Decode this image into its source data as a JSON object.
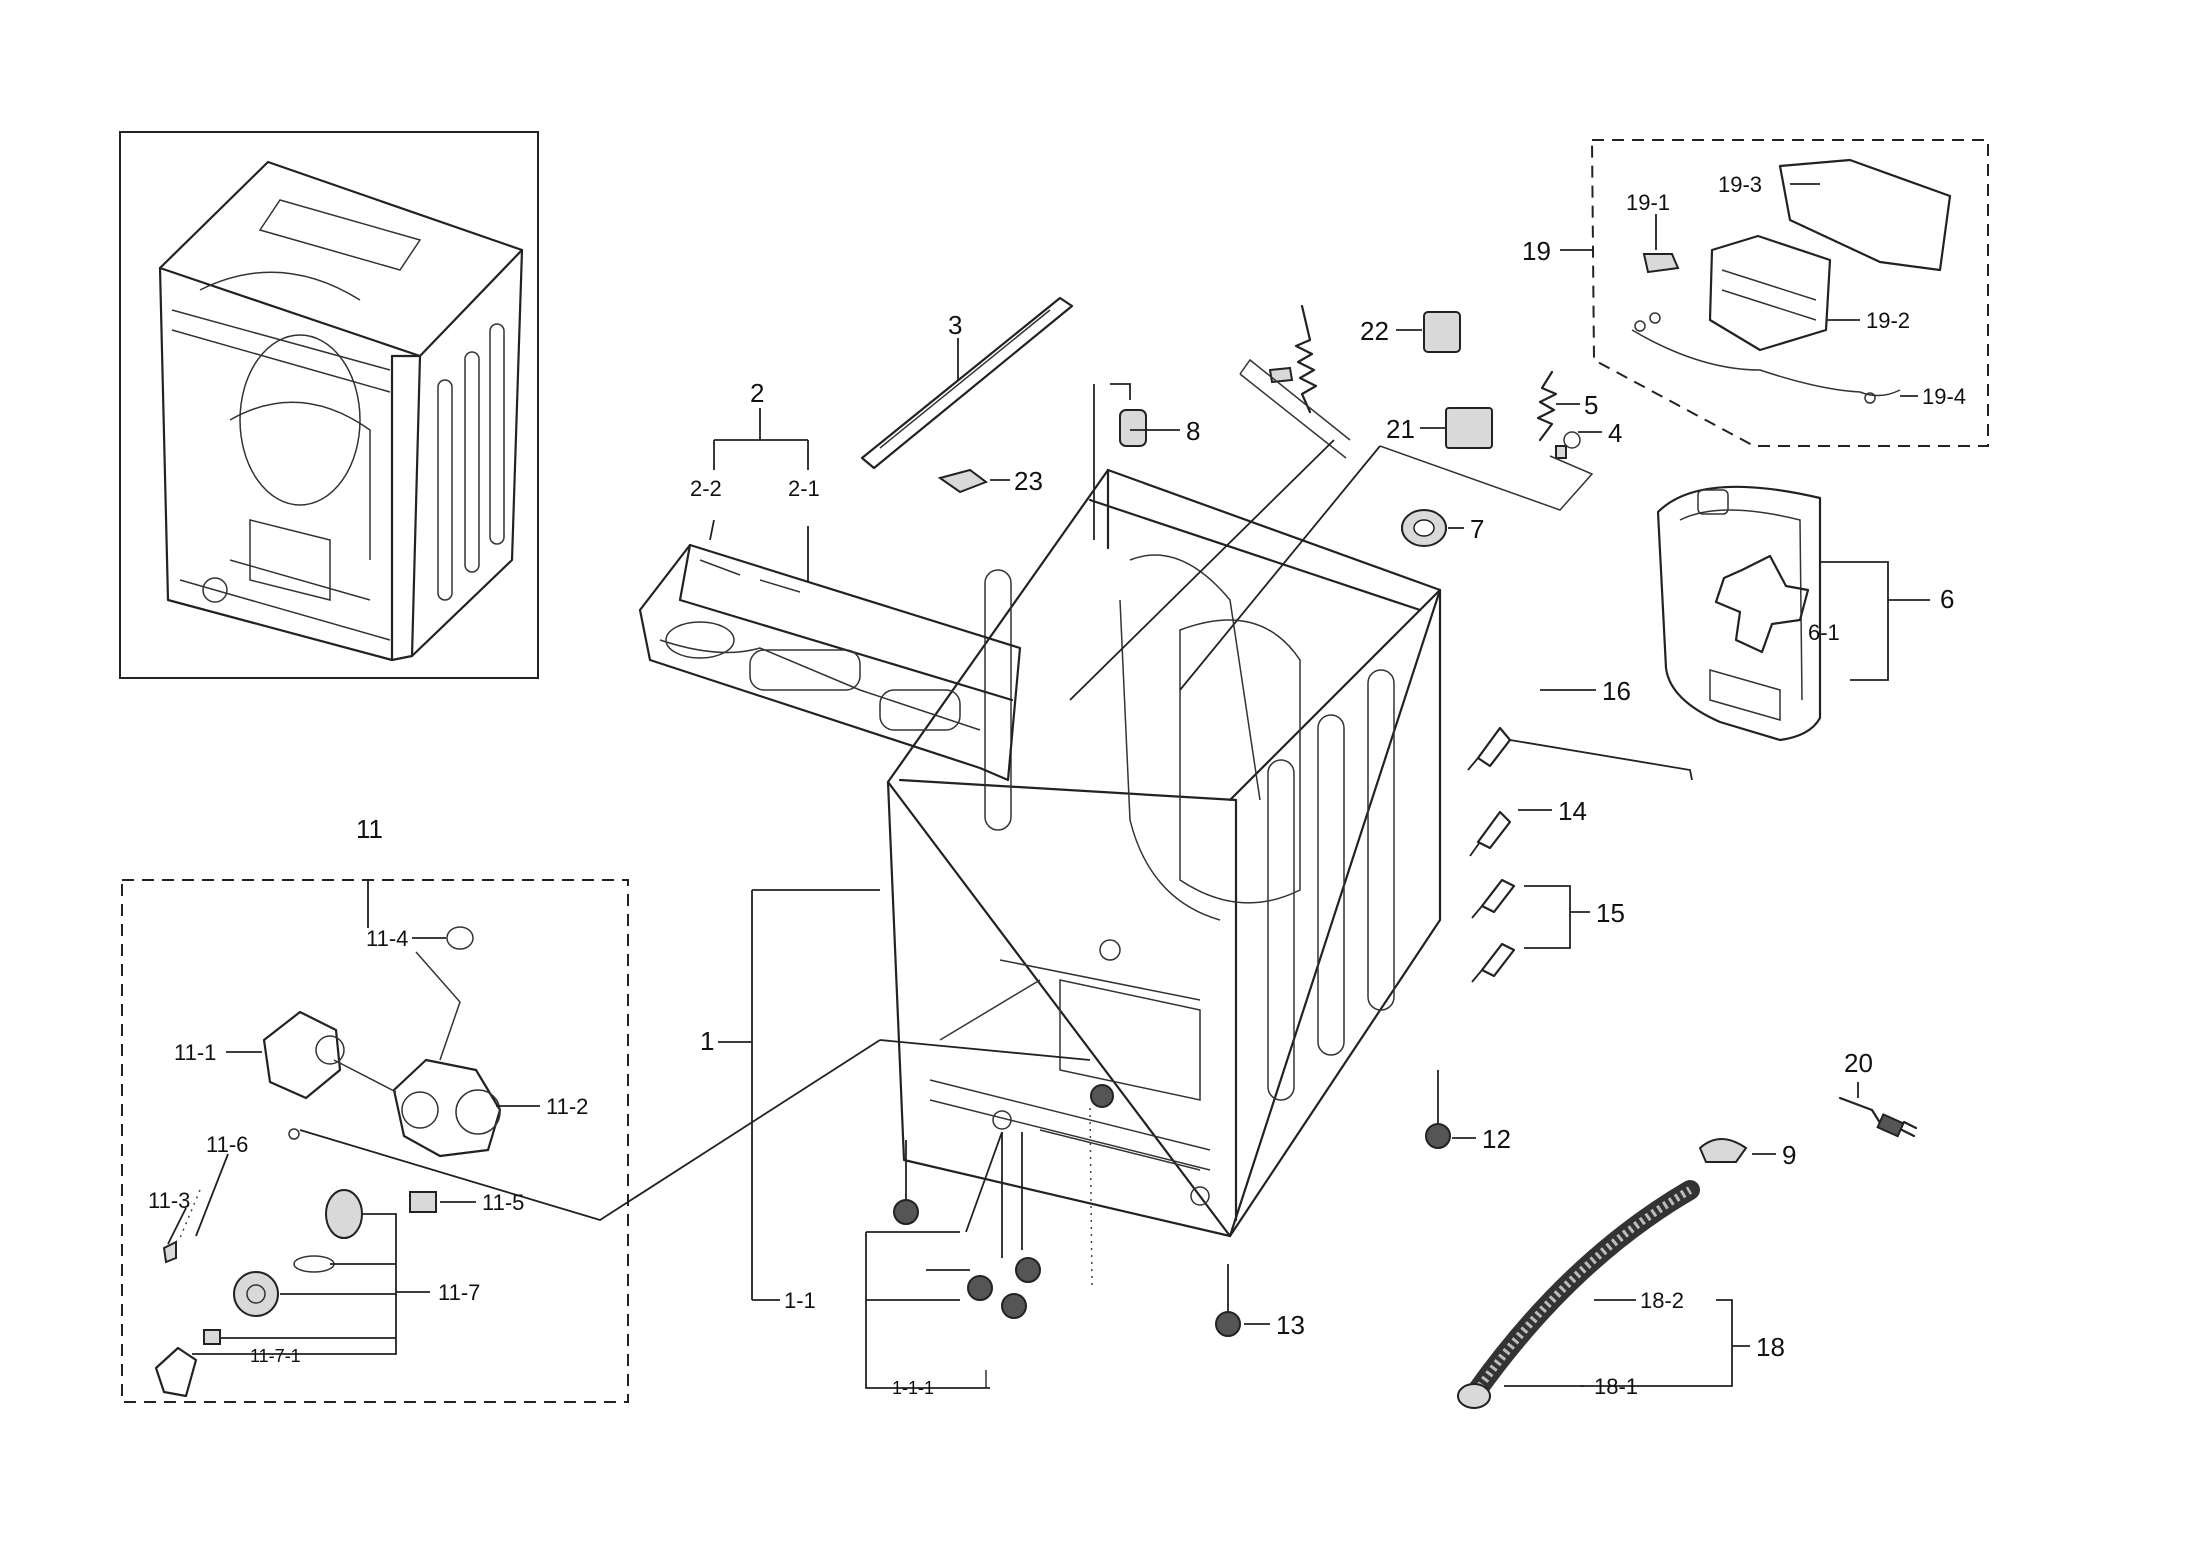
{
  "colors": {
    "ink": "#222222",
    "background": "#ffffff",
    "part_fill": "#d9d9d9"
  },
  "icons": [
    "washer-cabinet-assembly-icon",
    "drain-pump-assembly-icon",
    "hose-icon",
    "leveling-foot-icon",
    "spring-icon",
    "power-cord-icon",
    "control-board-icon"
  ],
  "callouts": {
    "c1": "1",
    "c1_1": "1-1",
    "c1_1_1": "1-1-1",
    "c2": "2",
    "c2_1": "2-1",
    "c2_2": "2-2",
    "c3": "3",
    "c4": "4",
    "c5": "5",
    "c6": "6",
    "c6_1": "6-1",
    "c7": "7",
    "c8": "8",
    "c9": "9",
    "c11": "11",
    "c11_1": "11-1",
    "c11_2": "11-2",
    "c11_3": "11-3",
    "c11_4": "11-4",
    "c11_5": "11-5",
    "c11_6": "11-6",
    "c11_7": "11-7",
    "c11_7_1": "11-7-1",
    "c12": "12",
    "c13": "13",
    "c14": "14",
    "c15": "15",
    "c16": "16",
    "c18": "18",
    "c18_1": "18-1",
    "c18_2": "18-2",
    "c19": "19",
    "c19_1": "19-1",
    "c19_2": "19-2",
    "c19_3": "19-3",
    "c19_4": "19-4",
    "c20": "20",
    "c21": "21",
    "c22": "22",
    "c23": "23"
  }
}
